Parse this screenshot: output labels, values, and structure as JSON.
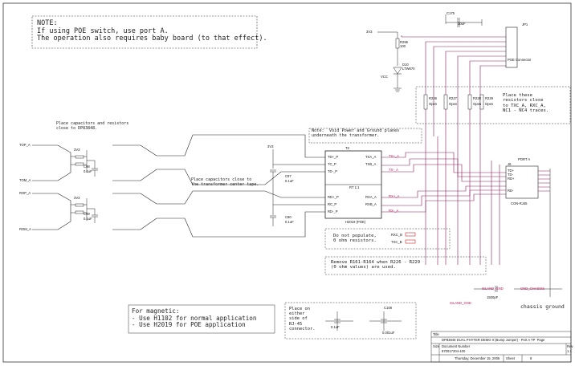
{
  "notes": {
    "poe_note_title": "NOTE:",
    "poe_note_line1": "If using POE switch, use port A.",
    "poe_note_line2": "The operation also requires baby board (to that effect).",
    "place_caps_left": "Place capacitors and resistors\nclose to DP83848.",
    "place_caps_mid": "Place capacitors close to\nthe transformer center tape.",
    "void_note": "Note:  Void Power and Ground planes\nunderneath the transformer.",
    "place_resistors": "Place these\nresistors close\nto TXC_A, RXC_A,\nNC1 - NC4 traces.",
    "do_not_populate": "Do not populate,\n0 ohm resistors.",
    "remove_note": "Remove R161-R164 when R226 - R229\n(0 ohm values) are used.",
    "magnetic_note": "For magnetic:\n- Use H1102 for normal application\n- Use H2019 for POE application",
    "place_on_either": "Place on\neither\nside of\nRJ-45\nconnector."
  },
  "components": {
    "jp1": "JP1",
    "poe_connector": "POE Connector",
    "t2": "T2",
    "h2019": "H2019 (POE)",
    "port_a": "PORT A",
    "j6": "J6",
    "con_rj45": "CON-RJ45",
    "d10": "D10",
    "d10_val": "LTW670",
    "r296": "R296",
    "r296_val": "100",
    "c175": "C175",
    "c175_val": "10uF",
    "c97": "C97",
    "c97_val": "0.1uF",
    "c80": "C80",
    "c80_val": "0.1uF",
    "c98": "C98",
    "c98_val": "0.1uF",
    "c99": "C99",
    "c99_val": "0.1uF",
    "c100": "C100",
    "c108": "C108",
    "c107_val": "0.1uF",
    "c108_val": "0.001uF",
    "cap_bottom": "1500pF",
    "r226": "R226",
    "r227": "R227",
    "r228": "R228",
    "r229": "R229",
    "open": "Open",
    "rt1_2": "RT 1:1",
    "supply_3v3": "3V3",
    "vcc": "VCC"
  },
  "nets": {
    "top_a": "TOP_A",
    "tom_a": "TOM_A",
    "rop_a": "ROP_A",
    "rom_a": "ROM_A",
    "td_plus": "TD+_P",
    "td_minus": "TD-_P",
    "tc": "TC_P",
    "rd_plus": "RD+_P",
    "rd_minus": "RD-_P",
    "rc": "RC_P",
    "txa": "TXA_A",
    "txb": "TXB_A",
    "rxa": "RXA_A",
    "rxb": "RXB_A",
    "tx_a_p": "TX+_A",
    "tx_a_m": "TX-_A",
    "rx_a_p": "RX+_A",
    "rx_a_m": "RX-_A",
    "rxc_b": "RXC_B",
    "txc_b": "TXC_B",
    "island_gnd": "ISLAND_GND",
    "gnd_chassis": "GND_CHASSIS",
    "chassis_ground": "chassis ground",
    "td_plus_pin": "TD+",
    "td_minus_pin": "TD-",
    "rd_plus_pin": "RD+",
    "rd_minus_pin": "RD-"
  },
  "title_block": {
    "project": "DP83848 DUAL PHYTER DEMO II (Bump Jumper) - Port A TP  Page",
    "doc_number_label": "Document Number",
    "doc_number": "870017204-100",
    "date": "Thursday, December 15, 2005",
    "sheet_label": "Sheet",
    "sheet_of": "8",
    "rev_label": "Rev",
    "rev": "1.1",
    "title_label": "Title",
    "size_label": "Size"
  }
}
